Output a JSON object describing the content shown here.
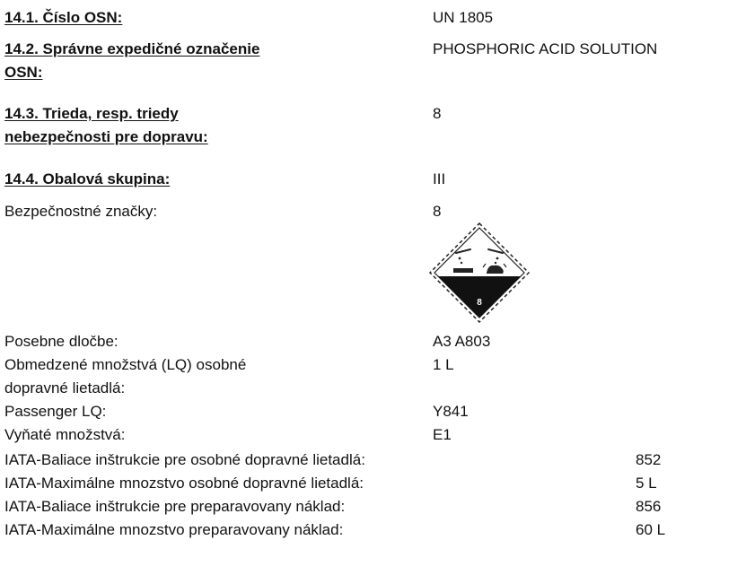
{
  "section": {
    "un_number_label": "14.1. Číslo OSN:",
    "un_number_value": "UN 1805",
    "shipping_name_label_1": "14.2. Správne expedičné označenie",
    "shipping_name_label_2": "OSN:",
    "shipping_name_value": "PHOSPHORIC ACID SOLUTION",
    "hazard_class_label_1": "14.3. Trieda, resp. triedy",
    "hazard_class_label_2": "nebezpečnosti pre dopravu:",
    "hazard_class_value": "8",
    "packing_group_label": "14.4. Obalová skupina:",
    "packing_group_value": "III"
  },
  "details": {
    "labels_label": "Bezpečnostné značky:",
    "labels_value": "8",
    "hazard_sign_number": "8",
    "special_provisions_label": "Posebne dločbe:",
    "special_provisions_value": "A3 A803",
    "lq_label_1": "Obmedzené množstvá (LQ) osobné",
    "lq_label_2": "dopravné lietadlá:",
    "lq_value": "1 L",
    "passenger_lq_label": "Passenger LQ:",
    "passenger_lq_value": "Y841",
    "excepted_label": "Vyňaté množstvá:",
    "excepted_value": "E1"
  },
  "iata": [
    {
      "label": "IATA-Baliace inštrukcie pre osobné dopravné lietadlá:",
      "value": "852"
    },
    {
      "label": "IATA-Maximálne mnozstvo osobné dopravné lietadlá:",
      "value": "5 L"
    },
    {
      "label": "IATA-Baliace inštrukcie pre preparavovany náklad:",
      "value": "856"
    },
    {
      "label": "IATA-Maximálne mnozstvo preparavovany náklad:",
      "value": "60 L"
    }
  ]
}
